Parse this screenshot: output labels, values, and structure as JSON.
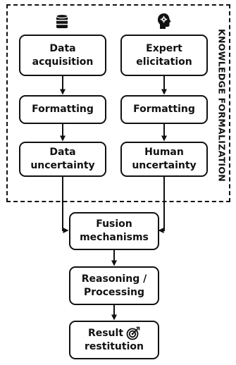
{
  "frame_label": "KNOWLEDGE FORMALIZATION",
  "left_column": {
    "icon": "database-icon",
    "steps": [
      {
        "line1": "Data",
        "line2": "acquisition"
      },
      {
        "line1": "Formatting",
        "line2": ""
      },
      {
        "line1": "Data",
        "line2": "uncertainty"
      }
    ]
  },
  "right_column": {
    "icon": "head-gear-icon",
    "steps": [
      {
        "line1": "Expert",
        "line2": "elicitation"
      },
      {
        "line1": "Formatting",
        "line2": ""
      },
      {
        "line1": "Human",
        "line2": "uncertainty"
      }
    ]
  },
  "fusion": {
    "line1": "Fusion",
    "line2": "mechanisms"
  },
  "reasoning": {
    "line1": "Reasoning /",
    "line2": "Processing"
  },
  "result": {
    "line1": "Result",
    "line2": "restitution",
    "icon": "target-icon"
  },
  "colors": {
    "stroke": "#111111",
    "background": "#ffffff"
  }
}
